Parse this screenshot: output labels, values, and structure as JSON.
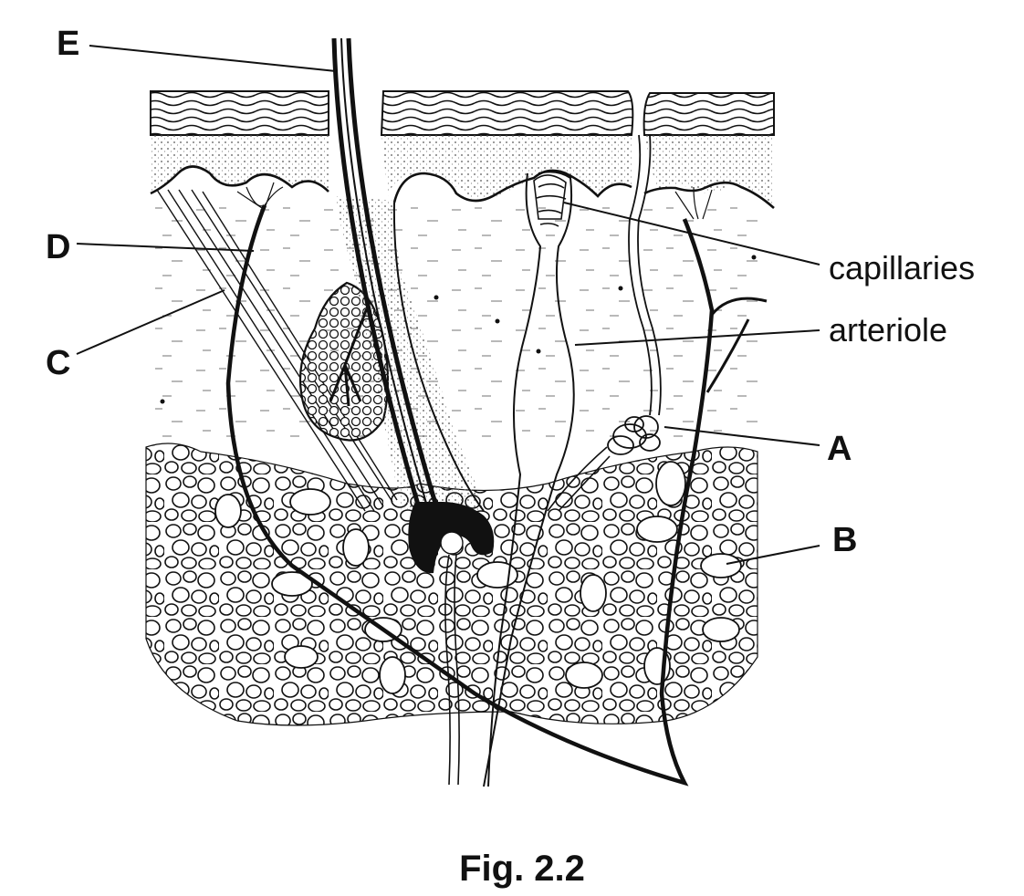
{
  "labels": {
    "E": "E",
    "D": "D",
    "C": "C",
    "A": "A",
    "B": "B",
    "capillaries": "capillaries",
    "arteriole": "arteriole"
  },
  "caption": "Fig. 2.2"
}
